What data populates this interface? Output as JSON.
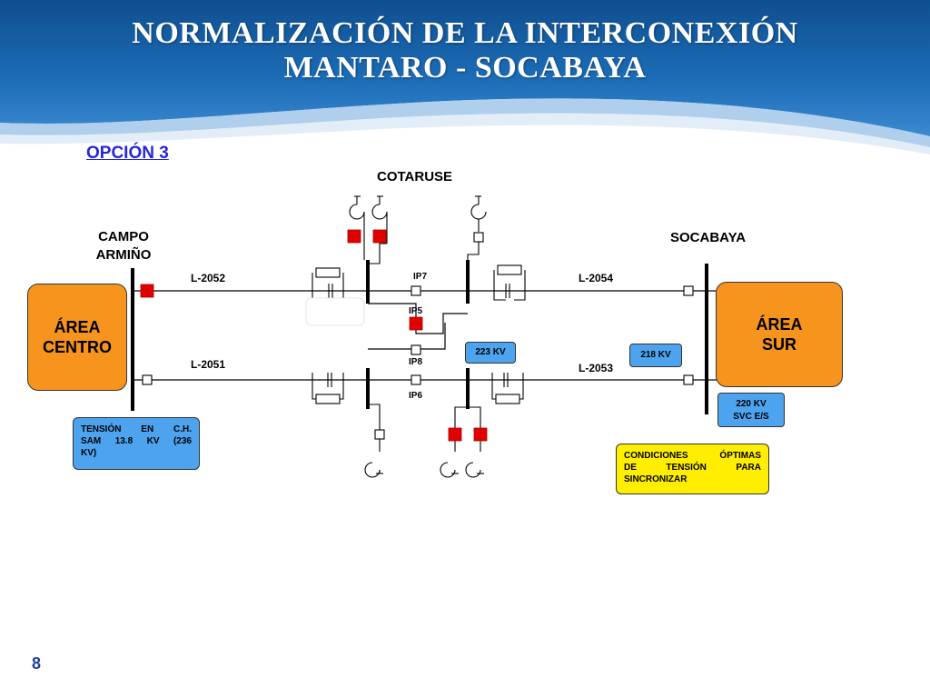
{
  "slide": {
    "title_line1": "NORMALIZACIÓN DE LA INTERCONEXIÓN",
    "title_line2": "MANTARO - SOCABAYA",
    "option_label": "OPCIÓN 3",
    "page_number": "8"
  },
  "diagram": {
    "substations": {
      "cotaruse": "COTARUSE",
      "campo_armino_line1": "CAMPO",
      "campo_armino_line2": "ARMIÑO",
      "socabaya": "SOCABAYA"
    },
    "areas": {
      "centro_line1": "ÁREA",
      "centro_line2": "CENTRO",
      "sur_line1": "ÁREA",
      "sur_line2": "SUR"
    },
    "lines": {
      "l2052": "L-2052",
      "l2051": "L-2051",
      "l2054": "L-2054",
      "l2053": "L-2053"
    },
    "breakers": {
      "ip7": "IP7",
      "ip5": "IP5",
      "ip8": "IP8",
      "ip6": "IP6"
    },
    "voltages": {
      "cotaruse": "223 KV",
      "socabaya_line": "218 KV",
      "svc_line1": "220 KV",
      "svc_line2": "SVC E/S"
    },
    "notes": {
      "tension_line1": "TENSIÓN EN C.H.",
      "tension_line2": "SAM 13.8 KV (236",
      "tension_line3": "KV)",
      "cond_line1": "CONDICIONES ÓPTIMAS",
      "cond_line2": "DE TENSIÓN PARA",
      "cond_line3": "SINCRONIZAR"
    }
  },
  "colors": {
    "header_blue": "#1b63ab",
    "area_orange": "#f7941d",
    "box_blue": "#4da3ee",
    "note_yellow": "#ffee00",
    "breaker_closed_red": "#e00000",
    "option_blue": "#2626d9"
  }
}
